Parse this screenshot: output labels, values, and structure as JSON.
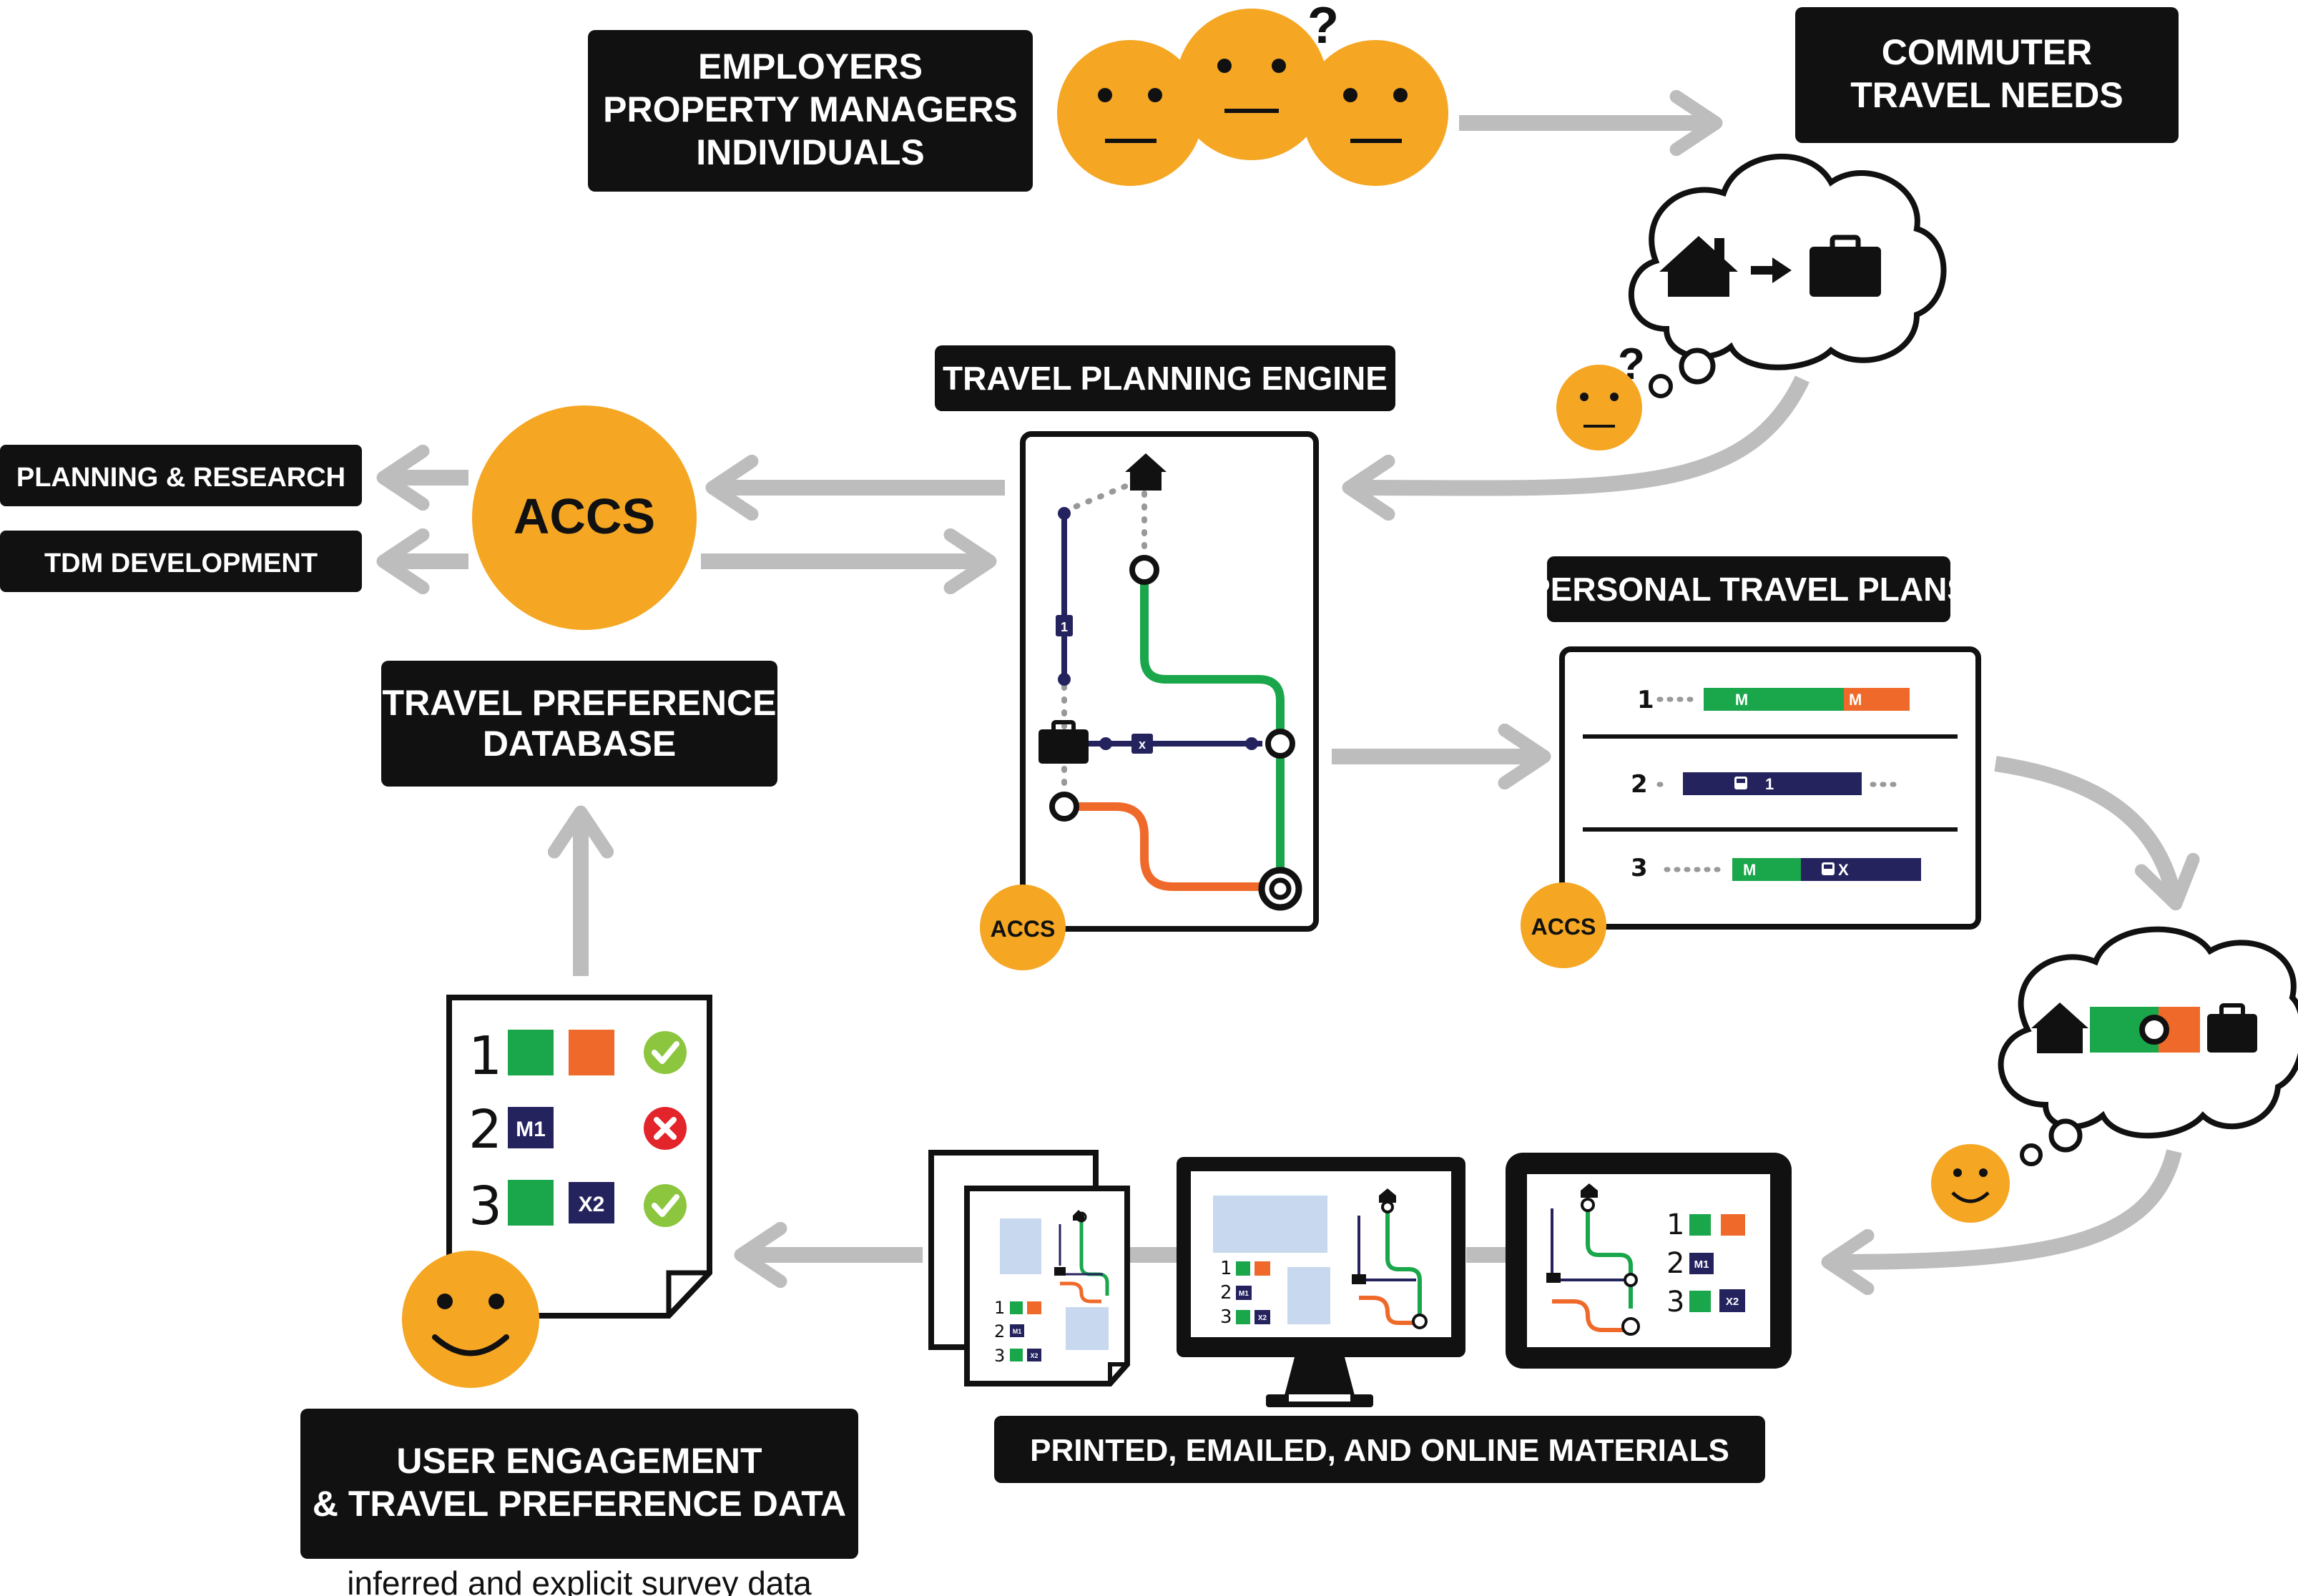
{
  "labels": {
    "actors": [
      "EMPLOYERS",
      "PROPERTY MANAGERS",
      "INDIVIDUALS"
    ],
    "commuter_needs": [
      "COMMUTER",
      "TRAVEL NEEDS"
    ],
    "engine": "TRAVEL PLANNING ENGINE",
    "planning": "PLANNING & RESEARCH",
    "tdm": "TDM DEVELOPMENT",
    "accs": "ACCS",
    "database": [
      "TRAVEL PREFERENCE",
      "DATABASE"
    ],
    "plans": "PERSONAL TRAVEL PLANS",
    "materials": "PRINTED, EMAILED, AND ONLINE  MATERIALS",
    "engagement": [
      "USER ENGAGEMENT",
      "& TRAVEL PREFERENCE DATA"
    ],
    "engagement_caption": "inferred and explicit survey data"
  },
  "travel_plans": [
    {
      "number": "1",
      "segments": [
        {
          "mode": "M",
          "color": "#1aa64a"
        },
        {
          "mode": "M",
          "color": "#ef6a2a"
        }
      ]
    },
    {
      "number": "2",
      "segments": [
        {
          "mode": "bus 1",
          "color": "#25235e"
        }
      ]
    },
    {
      "number": "3",
      "segments": [
        {
          "mode": "M",
          "color": "#1aa64a"
        },
        {
          "mode": "bus X",
          "color": "#25235e"
        }
      ]
    }
  ],
  "survey": [
    {
      "number": "1",
      "modes": [
        "",
        ""
      ],
      "result": "check"
    },
    {
      "number": "2",
      "modes": [
        "M1"
      ],
      "result": "cross"
    },
    {
      "number": "3",
      "modes": [
        "",
        "X2"
      ],
      "result": "check"
    }
  ],
  "engine_markers": {
    "line_1": "1",
    "line_x": "x"
  },
  "mini_labels": {
    "m1": "M1",
    "x2": "X2"
  },
  "icons": [
    "neutral-face-icon",
    "confused-face-icon",
    "happy-face-icon",
    "house-icon",
    "briefcase-icon",
    "thought-cloud-icon",
    "bus-icon",
    "check-icon",
    "cross-icon",
    "monitor-icon",
    "tablet-icon",
    "document-icon"
  ],
  "colors": {
    "orange": "#f5a623",
    "green": "#1aa64a",
    "red_orange": "#ef6a2a",
    "navy": "#25235e",
    "arrow_gray": "#bdbdbd",
    "label_bg": "#111111",
    "light_blue": "#c7d8ef",
    "check_green": "#8cc63f",
    "cross_red": "#e3242b"
  }
}
